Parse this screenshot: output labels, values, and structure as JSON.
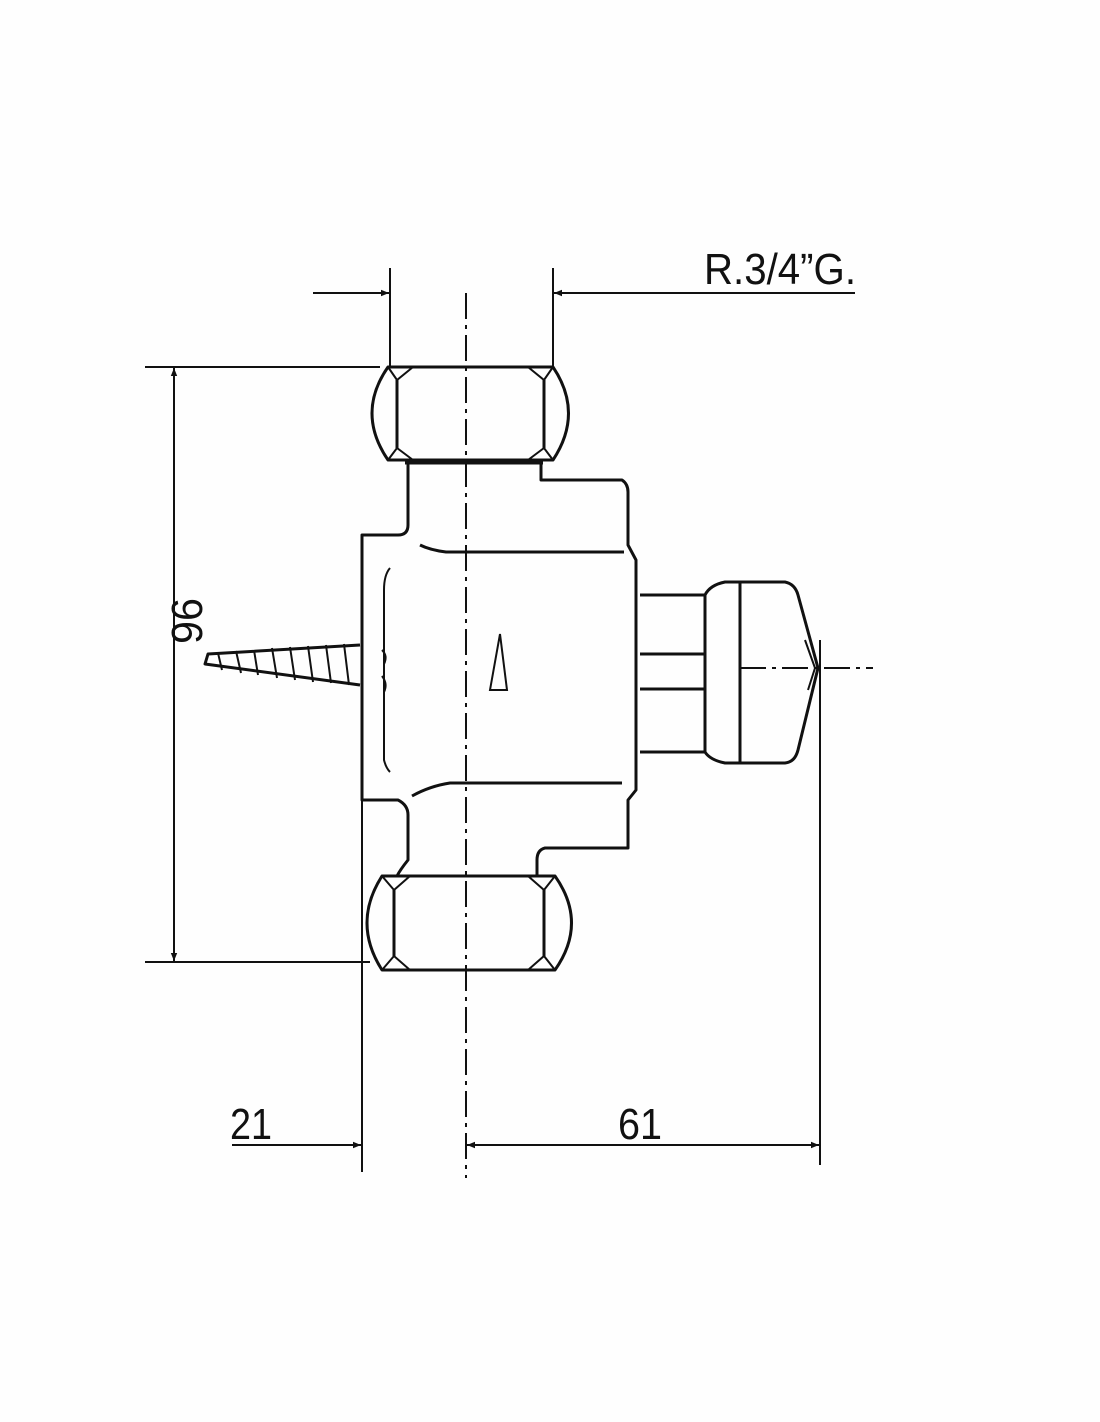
{
  "drawing": {
    "thread_label": "R.3/4”G.",
    "dim_height": "96",
    "dim_left": "21",
    "dim_right": "61"
  }
}
